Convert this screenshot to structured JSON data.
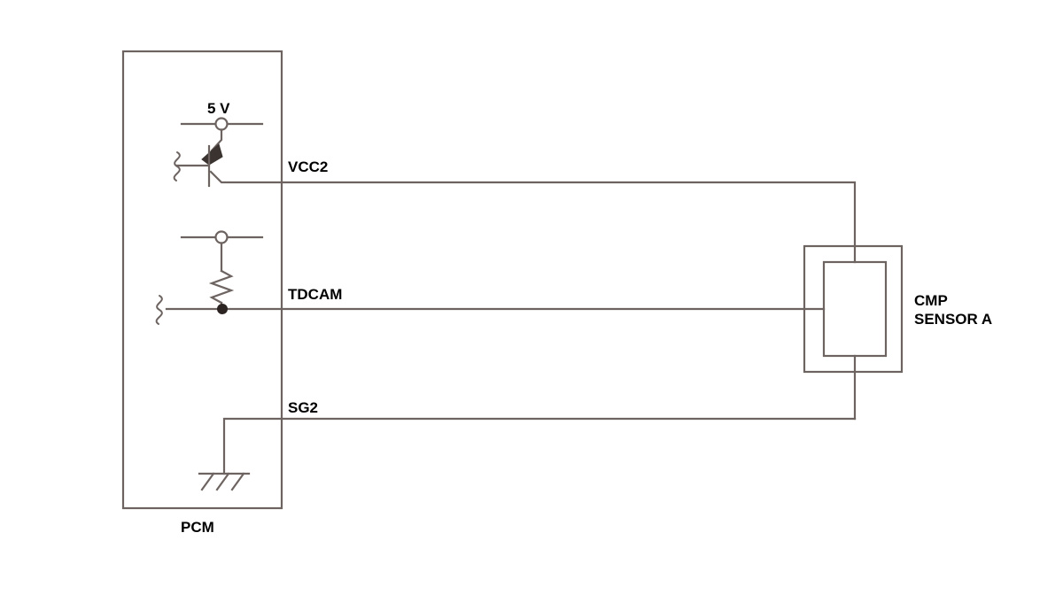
{
  "diagram": {
    "title": "CMP Sensor A Circuit Diagram",
    "line_color": "#6d6461",
    "text_color": "#000000",
    "background": "#ffffff"
  },
  "modules": {
    "pcm": {
      "label": "PCM",
      "type": "control-module-box"
    },
    "sensor": {
      "label_line1": "CMP",
      "label_line2": "SENSOR A",
      "type": "sensor-box"
    }
  },
  "supply": {
    "label": "5 V",
    "node_type": "open-circle"
  },
  "components": {
    "transistor": {
      "name": "pnp-transistor",
      "type": "transistor"
    },
    "resistor": {
      "name": "pull-up-resistor",
      "type": "zigzag-resistor"
    },
    "ground": {
      "name": "chassis-ground",
      "type": "ground-symbol"
    },
    "junction": {
      "name": "junction-dot",
      "type": "filled-node"
    }
  },
  "wires": [
    {
      "id": "vcc2",
      "label": "VCC2",
      "from": "pcm-transistor-emitter",
      "to": "sensor-top"
    },
    {
      "id": "tdcam",
      "label": "TDCAM",
      "from": "pcm-resistor-junction",
      "to": "sensor-left"
    },
    {
      "id": "sg2",
      "label": "SG2",
      "from": "pcm-ground",
      "to": "sensor-bottom"
    }
  ],
  "breaks": [
    {
      "id": "break-base",
      "name": "wire-break-transistor-base"
    },
    {
      "id": "break-tdcam",
      "name": "wire-break-tdcam"
    }
  ]
}
